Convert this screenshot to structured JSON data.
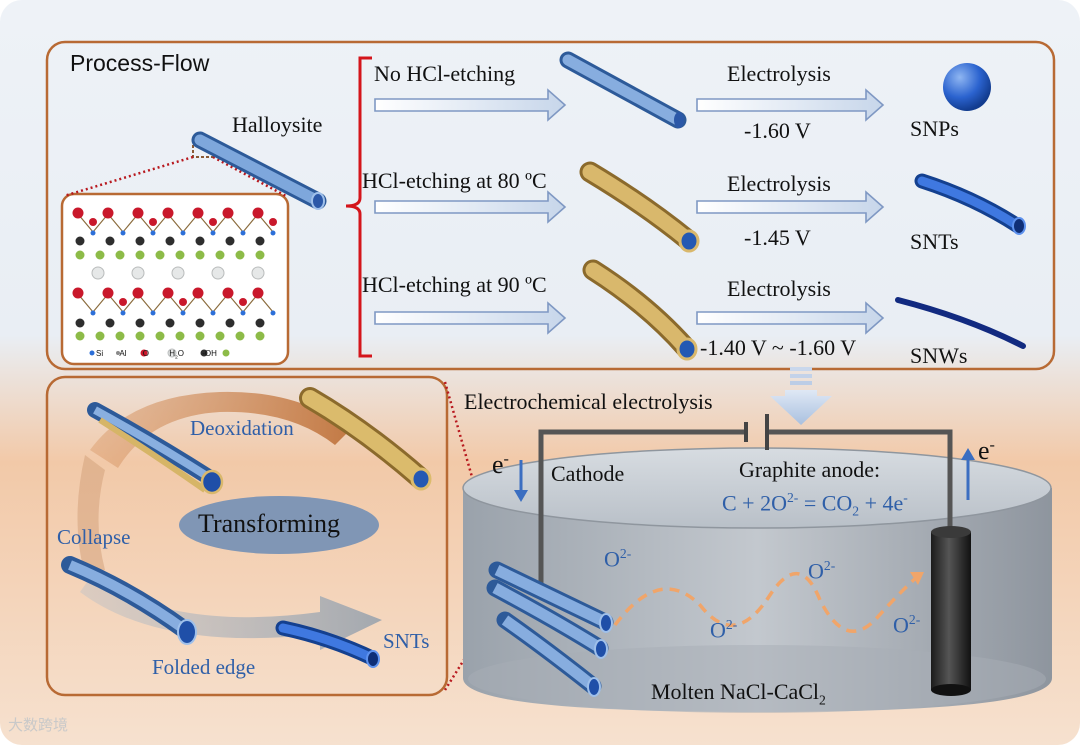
{
  "process_flow": {
    "title": "Process-Flow",
    "source_label": "Halloysite",
    "routes": [
      {
        "etching": "No HCl-etching",
        "step": "Electrolysis",
        "voltage": "-1.60 V",
        "product": "SNPs"
      },
      {
        "etching": "HCl-etching at 80 ºC",
        "step": "Electrolysis",
        "voltage": "-1.45 V",
        "product": "SNTs"
      },
      {
        "etching": "HCl-etching at 90 ºC",
        "step": "Electrolysis",
        "voltage": "-1.40 V ~ -1.60 V",
        "product": "SNWs"
      }
    ],
    "legend": [
      "Si",
      "Al",
      "O",
      "H",
      "2",
      "O",
      "-OH"
    ]
  },
  "transform": {
    "deoxidation": "Deoxidation",
    "center": "Transforming",
    "collapse": "Collapse",
    "folded_edge": "Folded edge",
    "product": "SNTs"
  },
  "cell": {
    "title": "Electrochemical electrolysis",
    "cathode": "Cathode",
    "anode": "Graphite anode:",
    "electron": "e",
    "eq_left": "C + 2O",
    "eq_charge": "2-",
    "eq_mid": " = CO",
    "eq_sub": "2",
    "eq_right": " + 4e",
    "eq_minus": "-",
    "ion": "O",
    "ion_charge": "2-",
    "melt_left": "Molten NaCl-CaCl",
    "melt_sub": "2"
  },
  "watermark": "大数跨境",
  "colors": {
    "frame": "#b86a34",
    "tube_blue": "#5b8fd0",
    "tube_gold": "#d5b46a",
    "accent_text": "#2f5fa8",
    "dash_orange": "#f0a56a"
  }
}
